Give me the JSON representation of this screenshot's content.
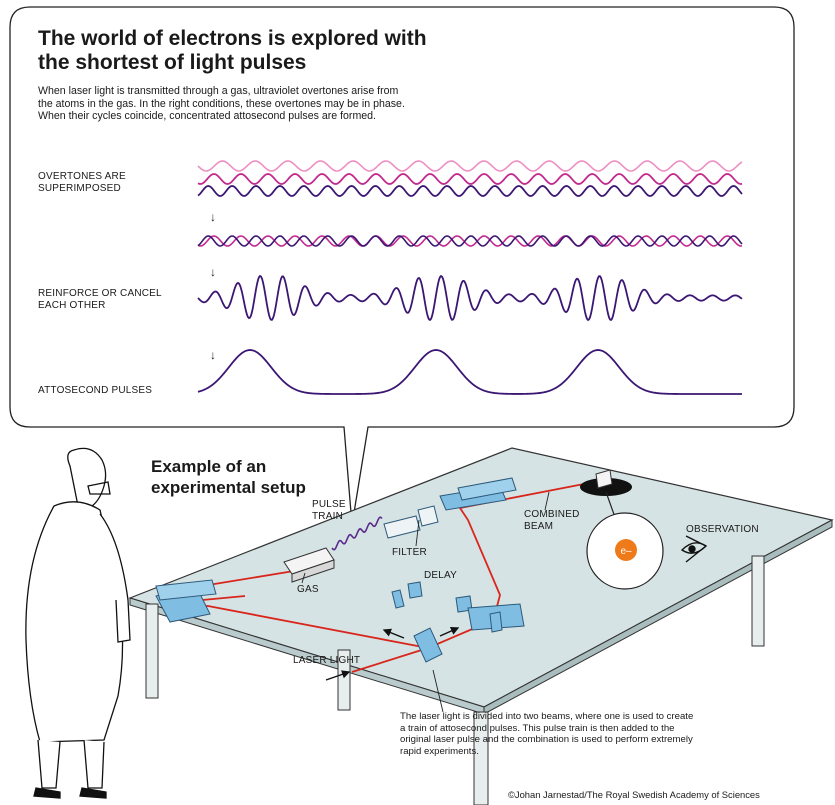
{
  "header": {
    "title": "The world of electrons is explored with the shortest of light pulses",
    "intro": "When laser light is transmitted through a gas, ultraviolet overtones arise from the atoms in the gas. In the right conditions, these overtones may be in phase. When their cycles coincide, concentrated attosecond pulses are formed."
  },
  "waves": {
    "overtones_label": "OVERTONES ARE SUPERIMPOSED",
    "reinforce_label": "REINFORCE OR CANCEL EACH OTHER",
    "attosecond_label": "ATTOSECOND PULSES",
    "arrow_glyph": "↓"
  },
  "setup": {
    "title": "Example of an experimental setup",
    "labels": {
      "pulse_train": "PULSE TRAIN",
      "gas": "GAS",
      "filter": "FILTER",
      "delay": "DELAY",
      "combined_beam": "COMBINED BEAM",
      "observation": "OBSERVATION",
      "laser_light": "LASER LIGHT",
      "electron": "e–"
    },
    "caption": "The laser light is divided into two beams, where one is used to create a train of attosecond pulses. This pulse train is then added to the original laser pulse and the combination is used to perform extremely rapid experiments."
  },
  "credit": "©Johan Jarnestad/The Royal Swedish Academy of Sciences",
  "colors": {
    "wave_pink": "#ee8fc3",
    "wave_magenta": "#c22a8f",
    "wave_purple": "#3b1773",
    "beam_red": "#d9261c",
    "table_top": "#d6e3e4",
    "optic_blue": "#7fbde3"
  }
}
